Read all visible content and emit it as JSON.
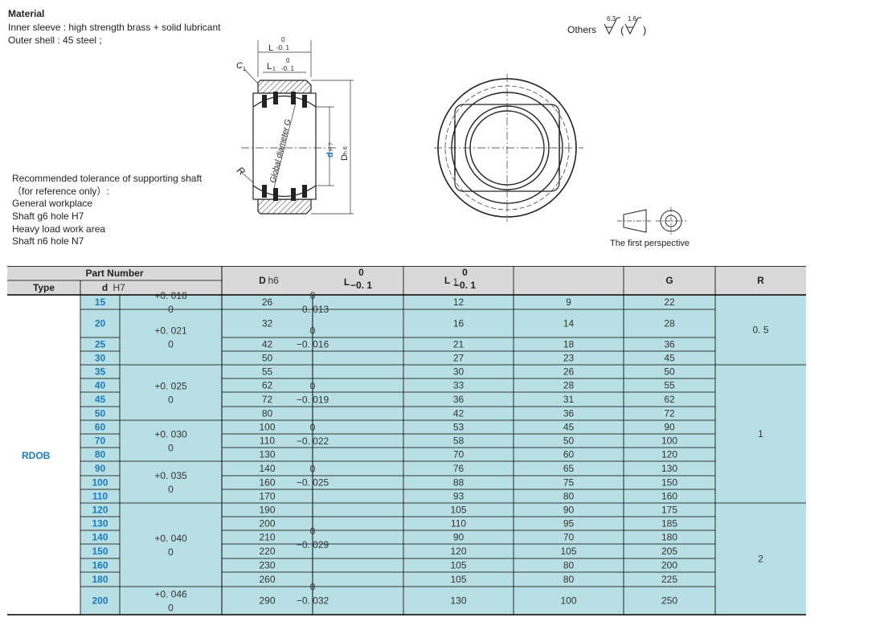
{
  "material": {
    "title": "Material",
    "inner": "Inner sleeve : high strength brass + solid lubricant",
    "outer": "Outer shell : 45  steel ;"
  },
  "recommend": {
    "line1": "Recommended tolerance of supporting shaft",
    "line2": "（for reference only）:",
    "line3": "General workplace",
    "line4": "Shaft g6 hole H7",
    "line5": "Heavy load work area",
    "line6": "Shaft n6 hole N7"
  },
  "others": {
    "label": "Others",
    "r1": "6.3",
    "r2": "1.6"
  },
  "drawing": {
    "L": "L",
    "L_tol_top": "0",
    "L_tol_bot": "-0. 1",
    "L1": "L",
    "L1_sub": "1",
    "L1_tol_top": "0",
    "L1_tol_bot": "-0. 1",
    "c1": "C",
    "c1_sub": "1",
    "r": "R",
    "global": "Global diameter G",
    "d": "d",
    "d_sub": "H 7",
    "D": "D",
    "D_sub": "h 6"
  },
  "perspective": "The first perspective",
  "table": {
    "header": {
      "part_number": "Part Number",
      "type": "Type",
      "d": "d",
      "d_sub": "H7",
      "D": "D",
      "D_sub": "h6",
      "L": "L",
      "L_tol_top": "0",
      "L_tol_bot": "−0. 1",
      "L1": "L",
      "L1_sub": "1",
      "L1_tol_top": "0",
      "L1_tol_bot": "−0. 1",
      "G": "G",
      "R": "R"
    },
    "type": "RDOB",
    "rows": [
      {
        "d": "15",
        "D": "26",
        "L": "12",
        "L1": "9",
        "G": "22"
      },
      {
        "d": "20",
        "D": "32",
        "L": "16",
        "L1": "14",
        "G": "28"
      },
      {
        "d": "25",
        "D": "42",
        "L": "21",
        "L1": "18",
        "G": "36"
      },
      {
        "d": "30",
        "D": "50",
        "L": "27",
        "L1": "23",
        "G": "45"
      },
      {
        "d": "35",
        "D": "55",
        "L": "30",
        "L1": "26",
        "G": "50"
      },
      {
        "d": "40",
        "D": "62",
        "L": "33",
        "L1": "28",
        "G": "55"
      },
      {
        "d": "45",
        "D": "72",
        "L": "36",
        "L1": "31",
        "G": "62"
      },
      {
        "d": "50",
        "D": "80",
        "L": "42",
        "L1": "36",
        "G": "72"
      },
      {
        "d": "60",
        "D": "100",
        "L": "53",
        "L1": "45",
        "G": "90"
      },
      {
        "d": "70",
        "D": "110",
        "L": "58",
        "L1": "50",
        "G": "100"
      },
      {
        "d": "80",
        "D": "130",
        "L": "70",
        "L1": "60",
        "G": "120"
      },
      {
        "d": "90",
        "D": "140",
        "L": "76",
        "L1": "65",
        "G": "130"
      },
      {
        "d": "100",
        "D": "160",
        "L": "88",
        "L1": "75",
        "G": "150"
      },
      {
        "d": "110",
        "D": "170",
        "L": "93",
        "L1": "80",
        "G": "160"
      },
      {
        "d": "120",
        "D": "190",
        "L": "105",
        "L1": "90",
        "G": "175"
      },
      {
        "d": "130",
        "D": "200",
        "L": "110",
        "L1": "95",
        "G": "185"
      },
      {
        "d": "140",
        "D": "210",
        "L": "90",
        "L1": "70",
        "G": "180"
      },
      {
        "d": "150",
        "D": "220",
        "L": "120",
        "L1": "105",
        "G": "205"
      },
      {
        "d": "160",
        "D": "230",
        "L": "105",
        "L1": "80",
        "G": "200"
      },
      {
        "d": "180",
        "D": "260",
        "L": "105",
        "L1": "80",
        "G": "225"
      },
      {
        "d": "200",
        "D": "290",
        "L": "130",
        "L1": "100",
        "G": "250"
      }
    ],
    "d_tol": [
      {
        "top": "+0. 018",
        "bot": "0"
      },
      {
        "top": "+0. 021",
        "bot": "0"
      },
      {
        "top": "+0. 025",
        "bot": "0"
      },
      {
        "top": "+0. 030",
        "bot": "0"
      },
      {
        "top": "+0. 035",
        "bot": "0"
      },
      {
        "top": "+0. 040",
        "bot": "0"
      },
      {
        "top": "+0. 046",
        "bot": "0"
      }
    ],
    "D_tol": [
      {
        "top": "0",
        "bot": "−0. 013"
      },
      {
        "top": "0",
        "bot": "−0. 016"
      },
      {
        "top": "0",
        "bot": "−0. 019"
      },
      {
        "top": "0",
        "bot": "−0. 022"
      },
      {
        "top": "0",
        "bot": "−0. 025"
      },
      {
        "top": "0",
        "bot": "−0. 029"
      },
      {
        "top": "0",
        "bot": "−0. 032"
      }
    ],
    "R": [
      "0. 5",
      "1",
      "2"
    ]
  }
}
